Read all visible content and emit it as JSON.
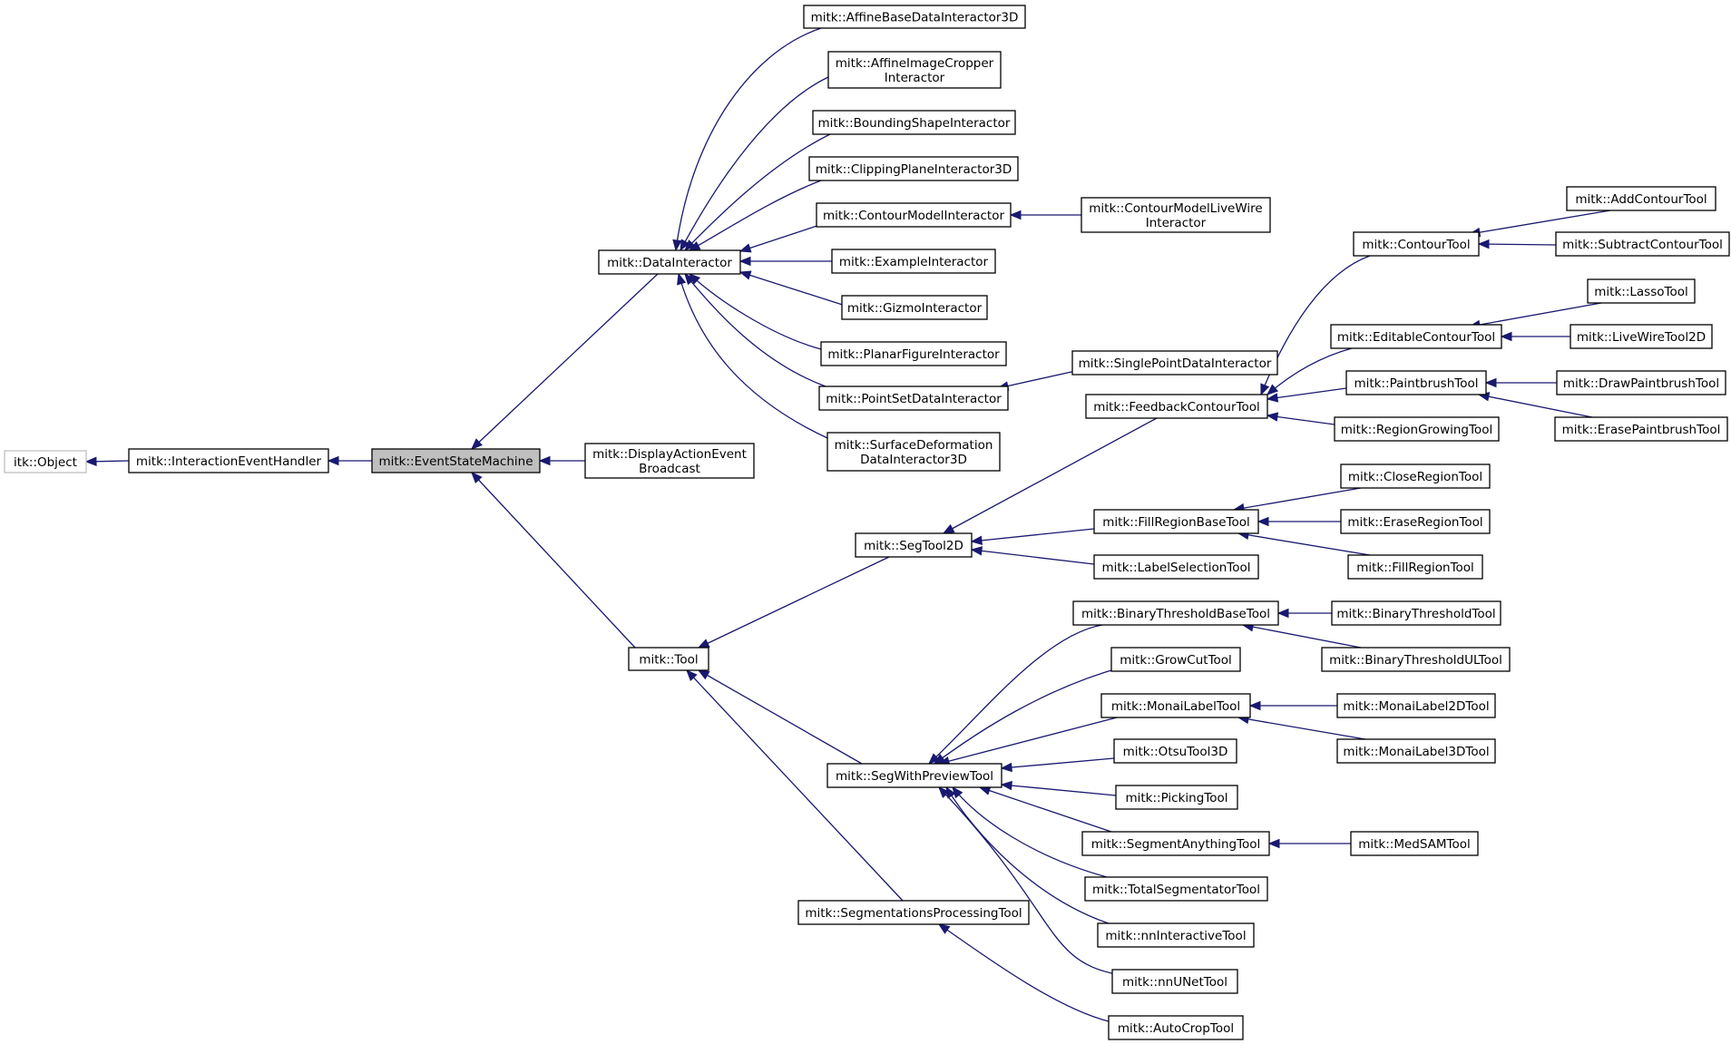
{
  "diagram": {
    "type": "inheritance-graph",
    "nodes": [
      {
        "id": "itkObject",
        "lines": [
          "itk::Object"
        ],
        "style": "gray"
      },
      {
        "id": "InteractionEventHandler",
        "lines": [
          "mitk::InteractionEventHandler"
        ]
      },
      {
        "id": "EventStateMachine",
        "lines": [
          "mitk::EventStateMachine"
        ],
        "style": "current"
      },
      {
        "id": "DataInteractor",
        "lines": [
          "mitk::DataInteractor"
        ]
      },
      {
        "id": "DisplayActionEventBroadcast",
        "lines": [
          "mitk::DisplayActionEvent",
          "Broadcast"
        ]
      },
      {
        "id": "Tool",
        "lines": [
          "mitk::Tool"
        ]
      },
      {
        "id": "AffineBaseDataInteractor3D",
        "lines": [
          "mitk::AffineBaseDataInteractor3D"
        ]
      },
      {
        "id": "AffineImageCropperInteractor",
        "lines": [
          "mitk::AffineImageCropper",
          "Interactor"
        ]
      },
      {
        "id": "BoundingShapeInteractor",
        "lines": [
          "mitk::BoundingShapeInteractor"
        ]
      },
      {
        "id": "ClippingPlaneInteractor3D",
        "lines": [
          "mitk::ClippingPlaneInteractor3D"
        ]
      },
      {
        "id": "ContourModelInteractor",
        "lines": [
          "mitk::ContourModelInteractor"
        ]
      },
      {
        "id": "ContourModelLiveWireInteractor",
        "lines": [
          "mitk::ContourModelLiveWire",
          "Interactor"
        ]
      },
      {
        "id": "ExampleInteractor",
        "lines": [
          "mitk::ExampleInteractor"
        ]
      },
      {
        "id": "GizmoInteractor",
        "lines": [
          "mitk::GizmoInteractor"
        ]
      },
      {
        "id": "PlanarFigureInteractor",
        "lines": [
          "mitk::PlanarFigureInteractor"
        ]
      },
      {
        "id": "PointSetDataInteractor",
        "lines": [
          "mitk::PointSetDataInteractor"
        ]
      },
      {
        "id": "SinglePointDataInteractor",
        "lines": [
          "mitk::SinglePointDataInteractor"
        ]
      },
      {
        "id": "SurfaceDeformationDataInteractor3D",
        "lines": [
          "mitk::SurfaceDeformation",
          "DataInteractor3D"
        ]
      },
      {
        "id": "SegTool2D",
        "lines": [
          "mitk::SegTool2D"
        ]
      },
      {
        "id": "SegWithPreviewTool",
        "lines": [
          "mitk::SegWithPreviewTool"
        ]
      },
      {
        "id": "SegmentationsProcessingTool",
        "lines": [
          "mitk::SegmentationsProcessingTool"
        ]
      },
      {
        "id": "FeedbackContourTool",
        "lines": [
          "mitk::FeedbackContourTool"
        ]
      },
      {
        "id": "FillRegionBaseTool",
        "lines": [
          "mitk::FillRegionBaseTool"
        ]
      },
      {
        "id": "LabelSelectionTool",
        "lines": [
          "mitk::LabelSelectionTool"
        ]
      },
      {
        "id": "ContourTool",
        "lines": [
          "mitk::ContourTool"
        ]
      },
      {
        "id": "EditableContourTool",
        "lines": [
          "mitk::EditableContourTool"
        ]
      },
      {
        "id": "PaintbrushTool",
        "lines": [
          "mitk::PaintbrushTool"
        ]
      },
      {
        "id": "RegionGrowingTool",
        "lines": [
          "mitk::RegionGrowingTool"
        ]
      },
      {
        "id": "AddContourTool",
        "lines": [
          "mitk::AddContourTool"
        ]
      },
      {
        "id": "SubtractContourTool",
        "lines": [
          "mitk::SubtractContourTool"
        ]
      },
      {
        "id": "LassoTool",
        "lines": [
          "mitk::LassoTool"
        ]
      },
      {
        "id": "LiveWireTool2D",
        "lines": [
          "mitk::LiveWireTool2D"
        ]
      },
      {
        "id": "DrawPaintbrushTool",
        "lines": [
          "mitk::DrawPaintbrushTool"
        ]
      },
      {
        "id": "ErasePaintbrushTool",
        "lines": [
          "mitk::ErasePaintbrushTool"
        ]
      },
      {
        "id": "CloseRegionTool",
        "lines": [
          "mitk::CloseRegionTool"
        ]
      },
      {
        "id": "EraseRegionTool",
        "lines": [
          "mitk::EraseRegionTool"
        ]
      },
      {
        "id": "FillRegionTool",
        "lines": [
          "mitk::FillRegionTool"
        ]
      },
      {
        "id": "BinaryThresholdBaseTool",
        "lines": [
          "mitk::BinaryThresholdBaseTool"
        ]
      },
      {
        "id": "GrowCutTool",
        "lines": [
          "mitk::GrowCutTool"
        ]
      },
      {
        "id": "MonaiLabelTool",
        "lines": [
          "mitk::MonaiLabelTool"
        ]
      },
      {
        "id": "OtsuTool3D",
        "lines": [
          "mitk::OtsuTool3D"
        ]
      },
      {
        "id": "PickingTool",
        "lines": [
          "mitk::PickingTool"
        ]
      },
      {
        "id": "SegmentAnythingTool",
        "lines": [
          "mitk::SegmentAnythingTool"
        ]
      },
      {
        "id": "TotalSegmentatorTool",
        "lines": [
          "mitk::TotalSegmentatorTool"
        ]
      },
      {
        "id": "nnInteractiveTool",
        "lines": [
          "mitk::nnInteractiveTool"
        ]
      },
      {
        "id": "nnUNetTool",
        "lines": [
          "mitk::nnUNetTool"
        ]
      },
      {
        "id": "AutoCropTool",
        "lines": [
          "mitk::AutoCropTool"
        ]
      },
      {
        "id": "BinaryThresholdTool",
        "lines": [
          "mitk::BinaryThresholdTool"
        ]
      },
      {
        "id": "BinaryThresholdULTool",
        "lines": [
          "mitk::BinaryThresholdULTool"
        ]
      },
      {
        "id": "MonaiLabel2DTool",
        "lines": [
          "mitk::MonaiLabel2DTool"
        ]
      },
      {
        "id": "MonaiLabel3DTool",
        "lines": [
          "mitk::MonaiLabel3DTool"
        ]
      },
      {
        "id": "MedSAMTool",
        "lines": [
          "mitk::MedSAMTool"
        ]
      }
    ],
    "edges": [
      {
        "child": "InteractionEventHandler",
        "parent": "itkObject"
      },
      {
        "child": "EventStateMachine",
        "parent": "InteractionEventHandler"
      },
      {
        "child": "DataInteractor",
        "parent": "EventStateMachine"
      },
      {
        "child": "DisplayActionEventBroadcast",
        "parent": "EventStateMachine"
      },
      {
        "child": "Tool",
        "parent": "EventStateMachine"
      },
      {
        "child": "AffineBaseDataInteractor3D",
        "parent": "DataInteractor"
      },
      {
        "child": "AffineImageCropperInteractor",
        "parent": "DataInteractor"
      },
      {
        "child": "BoundingShapeInteractor",
        "parent": "DataInteractor"
      },
      {
        "child": "ClippingPlaneInteractor3D",
        "parent": "DataInteractor"
      },
      {
        "child": "ContourModelInteractor",
        "parent": "DataInteractor"
      },
      {
        "child": "ExampleInteractor",
        "parent": "DataInteractor"
      },
      {
        "child": "GizmoInteractor",
        "parent": "DataInteractor"
      },
      {
        "child": "PlanarFigureInteractor",
        "parent": "DataInteractor"
      },
      {
        "child": "PointSetDataInteractor",
        "parent": "DataInteractor"
      },
      {
        "child": "SurfaceDeformationDataInteractor3D",
        "parent": "DataInteractor"
      },
      {
        "child": "ContourModelLiveWireInteractor",
        "parent": "ContourModelInteractor"
      },
      {
        "child": "SinglePointDataInteractor",
        "parent": "PointSetDataInteractor"
      },
      {
        "child": "SegTool2D",
        "parent": "Tool"
      },
      {
        "child": "SegWithPreviewTool",
        "parent": "Tool"
      },
      {
        "child": "SegmentationsProcessingTool",
        "parent": "Tool"
      },
      {
        "child": "FeedbackContourTool",
        "parent": "SegTool2D"
      },
      {
        "child": "FillRegionBaseTool",
        "parent": "SegTool2D"
      },
      {
        "child": "LabelSelectionTool",
        "parent": "SegTool2D"
      },
      {
        "child": "ContourTool",
        "parent": "FeedbackContourTool"
      },
      {
        "child": "EditableContourTool",
        "parent": "FeedbackContourTool"
      },
      {
        "child": "PaintbrushTool",
        "parent": "FeedbackContourTool"
      },
      {
        "child": "RegionGrowingTool",
        "parent": "FeedbackContourTool"
      },
      {
        "child": "AddContourTool",
        "parent": "ContourTool"
      },
      {
        "child": "SubtractContourTool",
        "parent": "ContourTool"
      },
      {
        "child": "LassoTool",
        "parent": "EditableContourTool"
      },
      {
        "child": "LiveWireTool2D",
        "parent": "EditableContourTool"
      },
      {
        "child": "DrawPaintbrushTool",
        "parent": "PaintbrushTool"
      },
      {
        "child": "ErasePaintbrushTool",
        "parent": "PaintbrushTool"
      },
      {
        "child": "CloseRegionTool",
        "parent": "FillRegionBaseTool"
      },
      {
        "child": "EraseRegionTool",
        "parent": "FillRegionBaseTool"
      },
      {
        "child": "FillRegionTool",
        "parent": "FillRegionBaseTool"
      },
      {
        "child": "BinaryThresholdBaseTool",
        "parent": "SegWithPreviewTool"
      },
      {
        "child": "GrowCutTool",
        "parent": "SegWithPreviewTool"
      },
      {
        "child": "MonaiLabelTool",
        "parent": "SegWithPreviewTool"
      },
      {
        "child": "OtsuTool3D",
        "parent": "SegWithPreviewTool"
      },
      {
        "child": "PickingTool",
        "parent": "SegWithPreviewTool"
      },
      {
        "child": "SegmentAnythingTool",
        "parent": "SegWithPreviewTool"
      },
      {
        "child": "TotalSegmentatorTool",
        "parent": "SegWithPreviewTool"
      },
      {
        "child": "nnInteractiveTool",
        "parent": "SegWithPreviewTool"
      },
      {
        "child": "nnUNetTool",
        "parent": "SegWithPreviewTool"
      },
      {
        "child": "AutoCropTool",
        "parent": "SegmentationsProcessingTool"
      },
      {
        "child": "BinaryThresholdTool",
        "parent": "BinaryThresholdBaseTool"
      },
      {
        "child": "BinaryThresholdULTool",
        "parent": "BinaryThresholdBaseTool"
      },
      {
        "child": "MonaiLabel2DTool",
        "parent": "MonaiLabelTool"
      },
      {
        "child": "MonaiLabel3DTool",
        "parent": "MonaiLabelTool"
      },
      {
        "child": "MedSAMTool",
        "parent": "SegmentAnythingTool"
      }
    ],
    "colors": {
      "edge": "#191970",
      "node_border": "#000000",
      "external_border": "#bfbfbf",
      "current_fill": "#bfbfbf",
      "background": "#ffffff"
    }
  }
}
